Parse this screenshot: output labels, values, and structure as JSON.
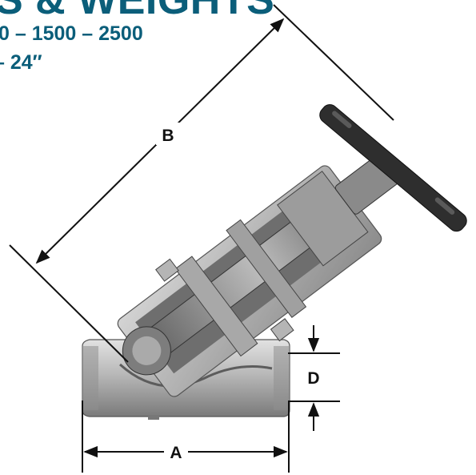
{
  "header": {
    "title": "S & WEIGHTS",
    "pressure_classes": "0 – 1500 – 2500",
    "size_range": "– 24″"
  },
  "dimensions": {
    "a": "A",
    "b": "B",
    "d": "D"
  },
  "colors": {
    "heading": "#0b5e7a",
    "line": "#111111",
    "metal_light": "#cfcfcf",
    "metal_mid": "#9a9a9a",
    "metal_dark": "#4a4a4a"
  }
}
